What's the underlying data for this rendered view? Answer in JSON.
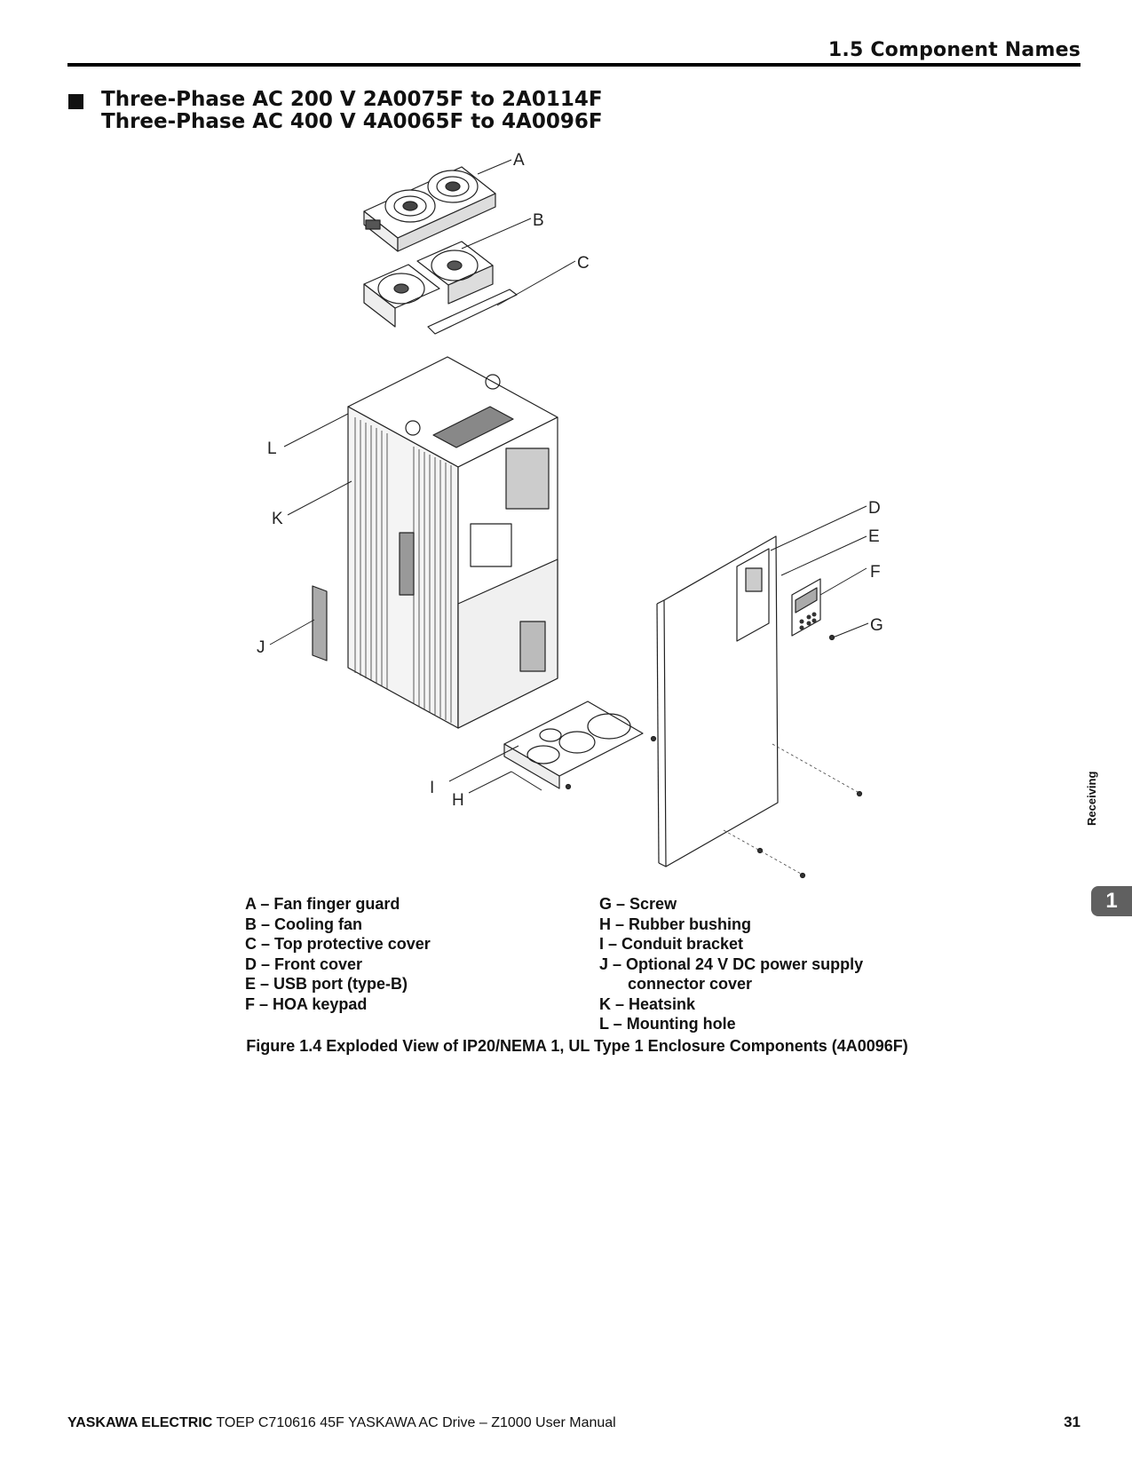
{
  "header": {
    "section": "1.5 Component Names"
  },
  "heading": {
    "line1": "Three-Phase AC 200 V 2A0075F to 2A0114F",
    "line2": "Three-Phase AC 400 V 4A0065F to 4A0096F"
  },
  "figure": {
    "callouts": {
      "a": "A",
      "b": "B",
      "c": "C",
      "d": "D",
      "e": "E",
      "f": "F",
      "g": "G",
      "h": "H",
      "i": "I",
      "j": "J",
      "k": "K",
      "l": "L"
    },
    "legend_left": [
      {
        "key": "A –",
        "text": "Fan finger guard"
      },
      {
        "key": "B –",
        "text": "Cooling fan"
      },
      {
        "key": "C –",
        "text": "Top protective cover"
      },
      {
        "key": "D –",
        "text": "Front cover"
      },
      {
        "key": "E –",
        "text": "USB port (type-B)"
      },
      {
        "key": "F –",
        "text": "HOA keypad"
      }
    ],
    "legend_right": [
      {
        "key": "G –",
        "text": "Screw"
      },
      {
        "key": "H –",
        "text": "Rubber bushing"
      },
      {
        "key": "I  –",
        "text": "Conduit bracket"
      },
      {
        "key": "J –",
        "text": "Optional 24 V DC power supply"
      },
      {
        "key": "",
        "text": "connector cover"
      },
      {
        "key": "K –",
        "text": "Heatsink"
      },
      {
        "key": "L –",
        "text": "Mounting hole"
      }
    ],
    "caption": "Figure 1.4  Exploded View of IP20/NEMA 1, UL Type 1 Enclosure Components (4A0096F)"
  },
  "side_tab": {
    "label": "Receiving",
    "chapter": "1"
  },
  "footer": {
    "brand": "YASKAWA ELECTRIC",
    "doc": " TOEP C710616 45F YASKAWA AC Drive – Z1000 User Manual",
    "page": "31"
  }
}
